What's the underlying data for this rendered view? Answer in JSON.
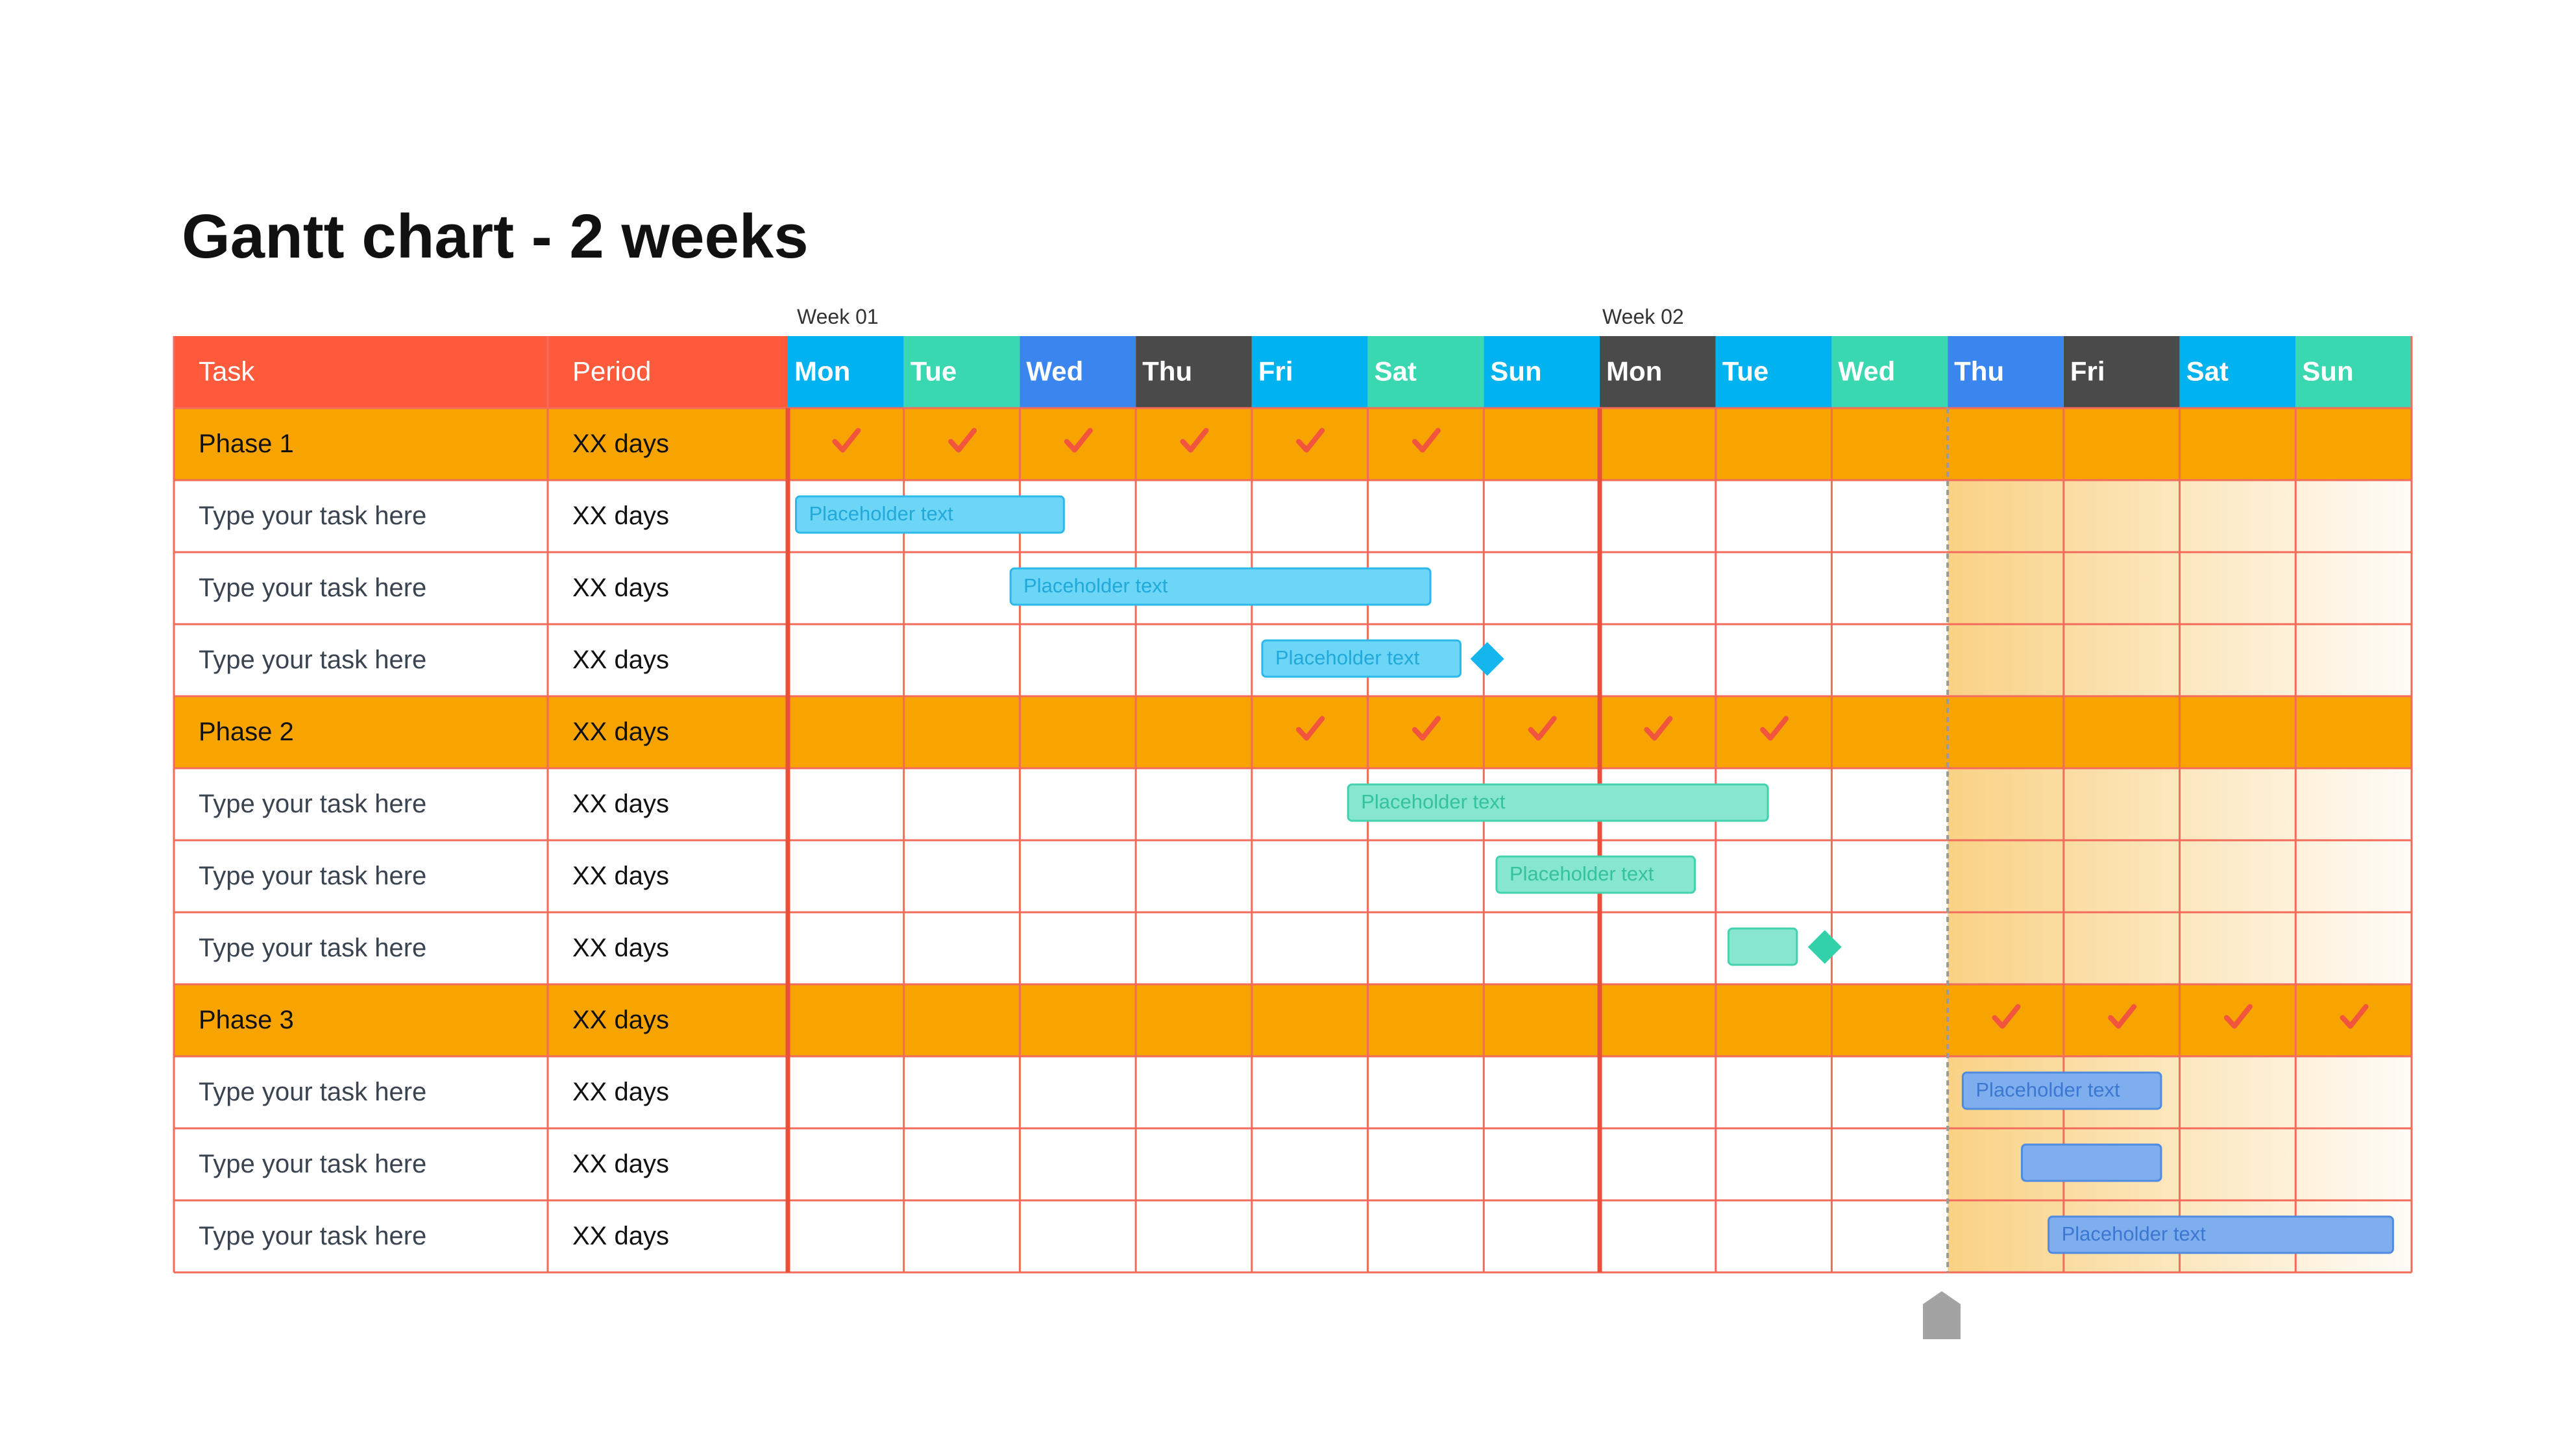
{
  "title": "Gantt chart - 2 weeks",
  "weeks": [
    "Week 01",
    "Week 02"
  ],
  "header": {
    "task": "Task",
    "period": "Period",
    "days": [
      "Mon",
      "Tue",
      "Wed",
      "Thu",
      "Fri",
      "Sat",
      "Sun",
      "Mon",
      "Tue",
      "Wed",
      "Thu",
      "Fri",
      "Sat",
      "Sun"
    ]
  },
  "rows": [
    {
      "kind": "phase",
      "task": "Phase 1",
      "period": "XX days",
      "checks": [
        0,
        1,
        2,
        3,
        4,
        5
      ]
    },
    {
      "kind": "task",
      "task": "Type your task here",
      "period": "XX days",
      "bar": {
        "start": 0.07,
        "end": 2.38,
        "label": "Placeholder text",
        "color": "cyan"
      }
    },
    {
      "kind": "task",
      "task": "Type your task here",
      "period": "XX days",
      "bar": {
        "start": 1.92,
        "end": 5.54,
        "label": "Placeholder text",
        "color": "cyan"
      }
    },
    {
      "kind": "task",
      "task": "Type your task here",
      "period": "XX days",
      "bar": {
        "start": 4.09,
        "end": 5.8,
        "label": "Placeholder text",
        "color": "cyan"
      },
      "milestone": {
        "day": 6.03,
        "color": "cyan"
      }
    },
    {
      "kind": "phase",
      "task": "Phase 2",
      "period": "XX days",
      "checks": [
        4,
        5,
        6,
        7,
        8
      ]
    },
    {
      "kind": "task",
      "task": "Type your task here",
      "period": "XX days",
      "bar": {
        "start": 4.83,
        "end": 8.45,
        "label": "Placeholder text",
        "color": "teal"
      }
    },
    {
      "kind": "task",
      "task": "Type your task here",
      "period": "XX days",
      "bar": {
        "start": 6.11,
        "end": 7.82,
        "label": "Placeholder text",
        "color": "teal"
      }
    },
    {
      "kind": "task",
      "task": "Type your task here",
      "period": "XX days",
      "bar": {
        "start": 8.11,
        "end": 8.7,
        "label": "",
        "color": "teal"
      },
      "milestone": {
        "day": 8.94,
        "color": "teal"
      }
    },
    {
      "kind": "phase",
      "task": "Phase 3",
      "period": "XX days",
      "checks": [
        10,
        11,
        12,
        13
      ]
    },
    {
      "kind": "task",
      "task": "Type your task here",
      "period": "XX days",
      "bar": {
        "start": 10.13,
        "end": 11.84,
        "label": "Placeholder text",
        "color": "blue"
      }
    },
    {
      "kind": "task",
      "task": "Type your task here",
      "period": "XX days",
      "bar": {
        "start": 10.64,
        "end": 11.84,
        "label": "",
        "color": "blue"
      }
    },
    {
      "kind": "task",
      "task": "Type your task here",
      "period": "XX days",
      "bar": {
        "start": 10.87,
        "end": 13.84,
        "label": "Placeholder text",
        "color": "blue"
      }
    }
  ],
  "today_marker_day": 10,
  "colors": {
    "task_header": "#FF5A3C",
    "phase": "#F7A400",
    "grid": "#F26B5B",
    "week_divider": "#E8503A",
    "check": "#F2553D",
    "day_headers": [
      "#00B2EF",
      "#3AD8B0",
      "#3B86EE",
      "#4A4A4A",
      "#00B2EF",
      "#3AD8B0",
      "#00B2EF",
      "#4A4A4A",
      "#00B2EF",
      "#3AD8B0",
      "#3B86EE",
      "#4A4A4A",
      "#00B2EF",
      "#3AD8B0"
    ],
    "bars": {
      "cyan": {
        "fill": "#6DD6F7",
        "stroke": "#2CB8E8",
        "text": "#21A9DA"
      },
      "teal": {
        "fill": "#86E6CE",
        "stroke": "#44D1AE",
        "text": "#35C29E"
      },
      "blue": {
        "fill": "#7FAEEE",
        "stroke": "#4F8BE0",
        "text": "#3C78D2"
      }
    },
    "milestones": {
      "cyan": "#15B5EE",
      "teal": "#33D1AA"
    },
    "highlight": "#F7C35C",
    "marker": "#A3A3A3"
  }
}
